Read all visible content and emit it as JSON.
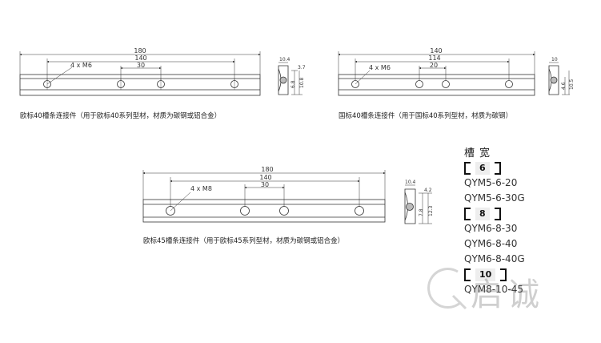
{
  "drawing1": {
    "dims": {
      "overall": "180",
      "length": "140",
      "pitch": "30"
    },
    "holes": "4 x M6",
    "section": {
      "w": "10.4",
      "h1": "3.7",
      "h2": "6.8",
      "h3": "10.8"
    },
    "caption": "欧标40槽条连接件（用于欧标40系列型材，材质为碳钢或铝合金）"
  },
  "drawing2": {
    "dims": {
      "overall": "140",
      "length": "114",
      "pitch": "20"
    },
    "holes": "4 x M6",
    "section": {
      "w": "10",
      "h1": "4.6",
      "h2": "10.5"
    },
    "caption": "国标40槽条连接件（用于国标40系列型材，材质为碳钢）"
  },
  "drawing3": {
    "dims": {
      "overall": "180",
      "length": "140",
      "pitch": "30"
    },
    "holes": "4 x M8",
    "section": {
      "w": "10.4",
      "h1": "4.2",
      "h2": "7.8",
      "h3": "12.3"
    },
    "caption": "欧标45槽条连接件（用于欧标45系列型材，材质为碳钢或铝合金）"
  },
  "models": {
    "title": "槽宽",
    "groups": [
      {
        "label": "6",
        "items": [
          "QYM5-6-20",
          "QYM5-6-30G"
        ]
      },
      {
        "label": "8",
        "items": [
          "QYM6-8-30",
          "QYM6-8-40",
          "QYM6-8-40G"
        ]
      },
      {
        "label": "10",
        "items": [
          "QYM8-10-45"
        ]
      }
    ]
  },
  "watermark": {
    "text": "启诚"
  }
}
